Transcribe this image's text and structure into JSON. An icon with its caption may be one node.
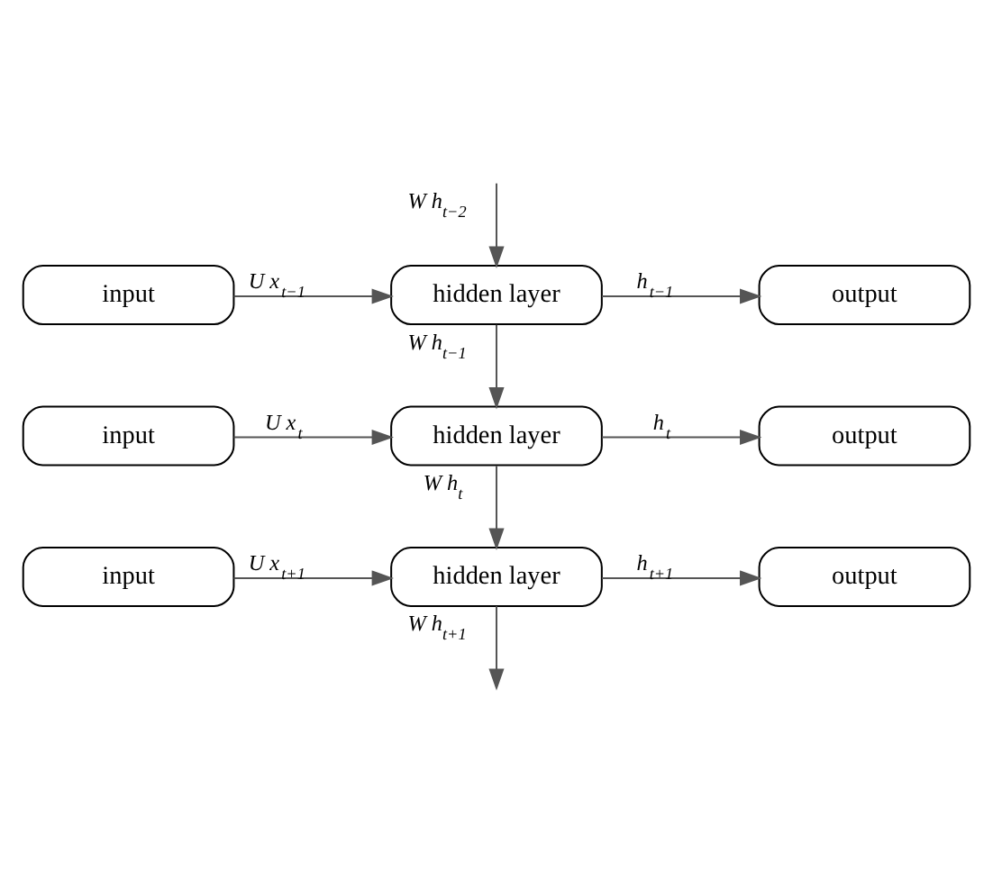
{
  "diagram": {
    "nodes": [
      {
        "text": [
          "input"
        ]
      },
      {
        "text": [
          "hidden layer"
        ]
      },
      {
        "text": [
          "output"
        ]
      },
      {
        "text": [
          "input"
        ]
      },
      {
        "text": [
          "hidden layer"
        ]
      },
      {
        "text": [
          "output"
        ]
      },
      {
        "text": [
          "input"
        ]
      },
      {
        "text": [
          "hidden layer"
        ]
      },
      {
        "text": [
          "output"
        ]
      }
    ],
    "edges": [
      {
        "from": null,
        "to": 1,
        "arrow": "to",
        "label": "W h$_{t−2}$"
      },
      {
        "from": 0,
        "to": 1,
        "arrow": "to",
        "label": "U x$_{t−1}$"
      },
      {
        "from": 1,
        "to": 2,
        "arrow": "to",
        "label": "h$_{t−1}$"
      },
      {
        "from": 1,
        "to": 4,
        "arrow": "to",
        "label": "W h$_{t−1}$"
      },
      {
        "from": 3,
        "to": 4,
        "arrow": "to",
        "label": "U x$_{t}$"
      },
      {
        "from": 4,
        "to": 5,
        "arrow": "to",
        "label": "h$_{t}$"
      },
      {
        "from": 4,
        "to": 7,
        "arrow": "to",
        "label": "W h$_{t}$"
      },
      {
        "from": 6,
        "to": 7,
        "arrow": "to",
        "label": "U x$_{t+1}$"
      },
      {
        "from": 7,
        "to": 8,
        "arrow": "to",
        "label": "h$_{t+1}$"
      },
      {
        "from": 7,
        "to": null,
        "arrow": "to",
        "label": "W h$_{t+1}$"
      }
    ]
  }
}
